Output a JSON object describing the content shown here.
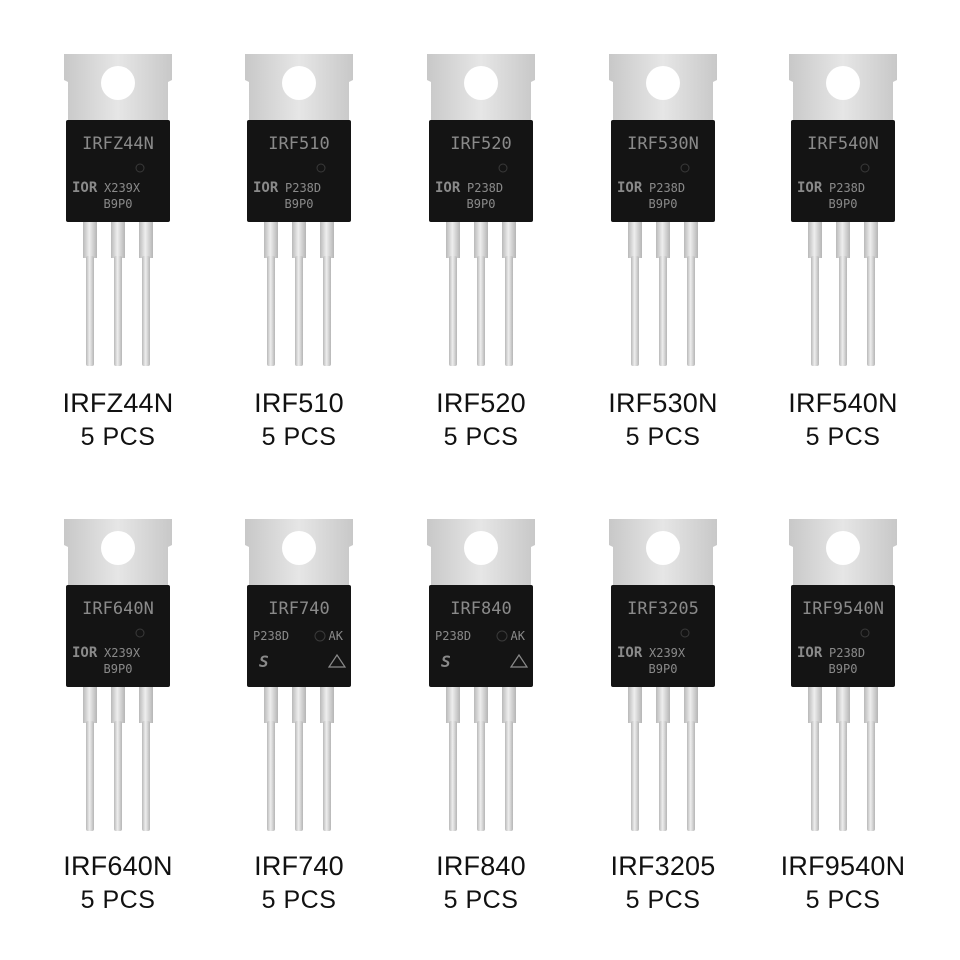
{
  "transistors": [
    {
      "name": "IRFZ44N",
      "qty": "5 PCS",
      "marking": "IRFZ44N",
      "logo": "IOR",
      "code1": "X239X",
      "code2": "B9P0",
      "style": "ir"
    },
    {
      "name": "IRF510",
      "qty": "5 PCS",
      "marking": "IRF510",
      "logo": "IOR",
      "code1": "P238D",
      "code2": "B9P0",
      "style": "ir"
    },
    {
      "name": "IRF520",
      "qty": "5 PCS",
      "marking": "IRF520",
      "logo": "IOR",
      "code1": "P238D",
      "code2": "B9P0",
      "style": "ir"
    },
    {
      "name": "IRF530N",
      "qty": "5 PCS",
      "marking": "IRF530N",
      "logo": "IOR",
      "code1": "P238D",
      "code2": "B9P0",
      "style": "ir"
    },
    {
      "name": "IRF540N",
      "qty": "5 PCS",
      "marking": "IRF540N",
      "logo": "IOR",
      "code1": "P238D",
      "code2": "B9P0",
      "style": "ir"
    },
    {
      "name": "IRF640N",
      "qty": "5 PCS",
      "marking": "IRF640N",
      "logo": "IOR",
      "code1": "X239X",
      "code2": "B9P0",
      "style": "ir"
    },
    {
      "name": "IRF740",
      "qty": "5 PCS",
      "marking": "IRF740",
      "logo": "S",
      "code1": "P238D",
      "code2": "AK",
      "style": "vishay"
    },
    {
      "name": "IRF840",
      "qty": "5 PCS",
      "marking": "IRF840",
      "logo": "S",
      "code1": "P238D",
      "code2": "AK",
      "style": "vishay"
    },
    {
      "name": "IRF3205",
      "qty": "5 PCS",
      "marking": "IRF3205",
      "logo": "IOR",
      "code1": "X239X",
      "code2": "B9P0",
      "style": "ir"
    },
    {
      "name": "IRF9540N",
      "qty": "5 PCS",
      "marking": "IRF9540N",
      "logo": "IOR",
      "code1": "P238D",
      "code2": "B9P0",
      "style": "ir"
    }
  ],
  "colors": {
    "tab": "#d9d9d9",
    "body": "#141414",
    "lead": "#d4d4d4",
    "marking": "#8a8a8a",
    "text": "#111111"
  },
  "icons": {
    "ir": "transistor-to220-ir-icon",
    "vishay": "transistor-to220-vishay-icon"
  }
}
